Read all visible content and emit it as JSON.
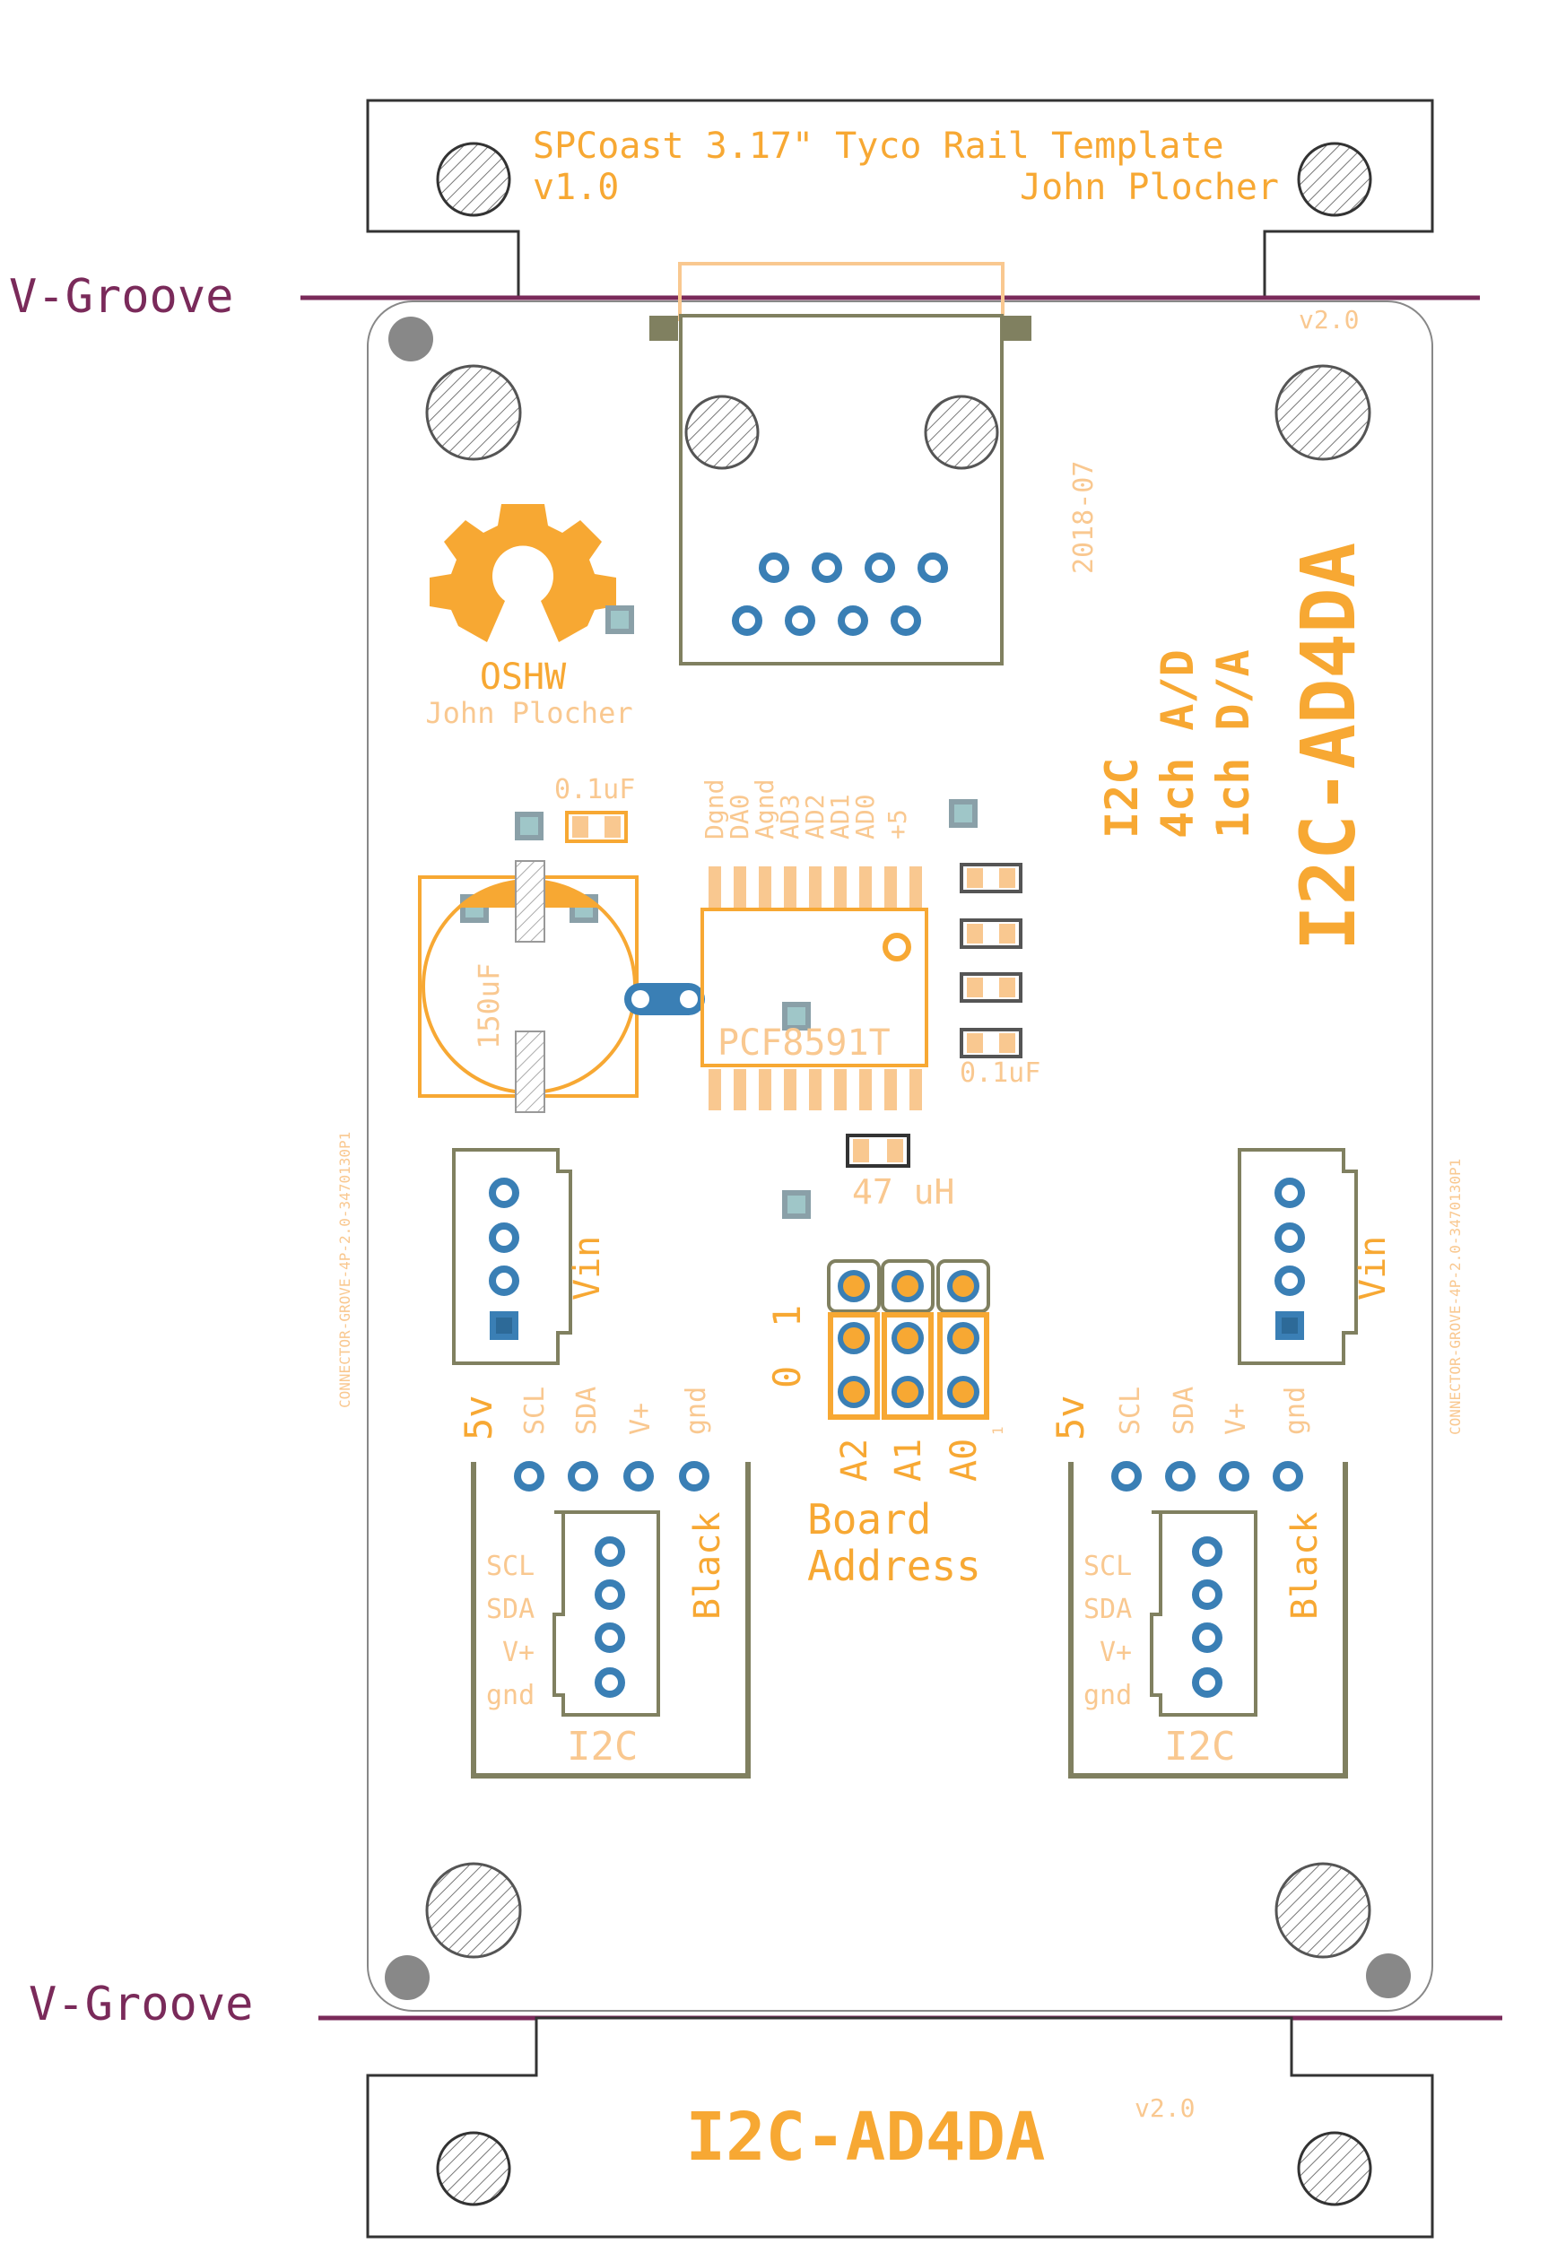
{
  "rail_top": {
    "title": "SPCoast 3.17\" Tyco Rail Template",
    "version": "v1.0",
    "author": "John Plocher"
  },
  "vgroove": {
    "top_label": "V-Groove",
    "bottom_label": "V-Groove"
  },
  "board": {
    "version_top": "v2.0",
    "date": "2018-07",
    "name": "I2C-AD4DA",
    "desc_line1": "I2C",
    "desc_line2": "4ch A/D",
    "desc_line3": "1ch D/A",
    "oshw_label": "OSHW",
    "oshw_author": "John Plocher",
    "connector_part": "CONNECTOR-GROVE-4P-2.0-3470130P1"
  },
  "ic": {
    "name": "PCF8591T",
    "pins": [
      "Dgnd",
      "DA0",
      "Agnd",
      "AD3",
      "AD2",
      "AD1",
      "AD0",
      "+5"
    ]
  },
  "components": {
    "cap_top": "0.1uF",
    "cap_big": "150uF",
    "cap_side": "0.1uF",
    "inductor": "47 uH",
    "pin_label": "1"
  },
  "jumpers": {
    "zero": "0",
    "one": "1",
    "a2": "A2",
    "a1": "A1",
    "a0": "A0",
    "title1": "Board",
    "title2": "Address"
  },
  "vin_label": "Vin",
  "i2c_left": {
    "pins_top": [
      "5v",
      "SCL",
      "SDA",
      "V+",
      "gnd"
    ],
    "pins_side": [
      "SCL",
      "SDA",
      "V+",
      "gnd"
    ],
    "black": "Black",
    "label": "I2C"
  },
  "i2c_right": {
    "pins_top": [
      "5v",
      "SCL",
      "SDA",
      "V+",
      "gnd"
    ],
    "pins_side": [
      "SCL",
      "SDA",
      "V+",
      "gnd"
    ],
    "black": "Black",
    "label": "I2C"
  },
  "rail_bottom": {
    "title": "I2C-AD4DA",
    "version": "v2.0"
  },
  "colors": {
    "orange": "#f7a833",
    "orange_light": "#f9c890",
    "olive": "#808060",
    "pad_blue": "#3a7fb5",
    "vgroove": "#7a2a5a",
    "gray": "#888888"
  }
}
